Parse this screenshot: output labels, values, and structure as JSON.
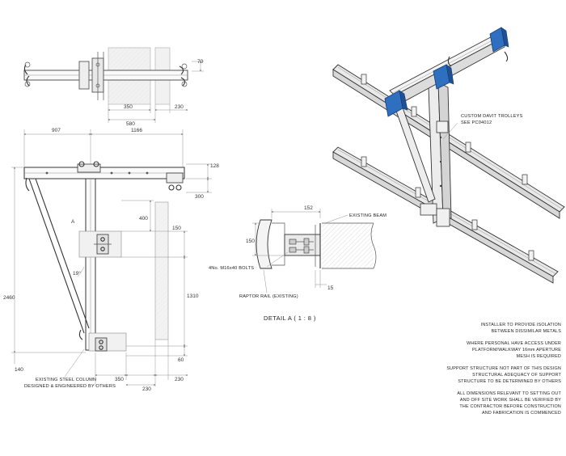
{
  "plan_view": {
    "dim_height": "70",
    "dim_left": "350",
    "dim_total": "580",
    "dim_right": "230"
  },
  "elevation": {
    "dim_left_span": "907",
    "dim_right_span": "1166",
    "dim_top_right": "128",
    "dim_drop": "300",
    "dim_inner_offset": "400",
    "dim_150": "150",
    "dim_height": "2460",
    "dim_lower_span": "1310",
    "dim_60": "60",
    "dim_140": "140",
    "dim_bottom_350": "350",
    "dim_bottom_230a": "230",
    "dim_bottom_230b": "230",
    "angle": "19°",
    "detail_marker": "A",
    "column_note_line1": "EXISTING STEEL COLUMN",
    "column_note_line2": "DESIGNED & ENGINEERED BY OTHERS"
  },
  "detail": {
    "dim_top": "152",
    "dim_side": "150",
    "dim_bottom": "15",
    "existing_beam": "EXISTING BEAM",
    "bolts": "4No. M16x40 BOLTS",
    "rail": "RAPTOR RAIL (EXISTING)",
    "title": "DETAIL A ( 1 : 8 )"
  },
  "iso": {
    "trolleys_line1": "CUSTOM DAVIT TROLLEYS",
    "trolleys_line2": "SEE PC04012",
    "accent_color": "#2f6fc0"
  },
  "notes": [
    [
      "INSTALLER TO PROVIDE ISOLATION",
      "BETWEEN DISSIMILAR METALS"
    ],
    [
      "WHERE PERSONAL HAVE ACCESS UNDER",
      "PLATFORM/WALKWAY 16mm APERTURE",
      "MESH IS REQUIRED"
    ],
    [
      "SUPPORT STRUCTURE NOT PART OF THIS DESIGN",
      "STRUCTURAL ADEQUACY OF SUPPORT",
      "STRUCTURE TO BE DETERMINED BY OTHERS"
    ],
    [
      "ALL DIMENSIONS RELEVANT TO SETTING OUT",
      "AND OFF SITE WORK SHALL BE VERIFIED BY",
      "THE CONTRACTOR BEFORE CONSTRUCTION",
      "AND FABRICATION IS COMMENCED"
    ]
  ]
}
